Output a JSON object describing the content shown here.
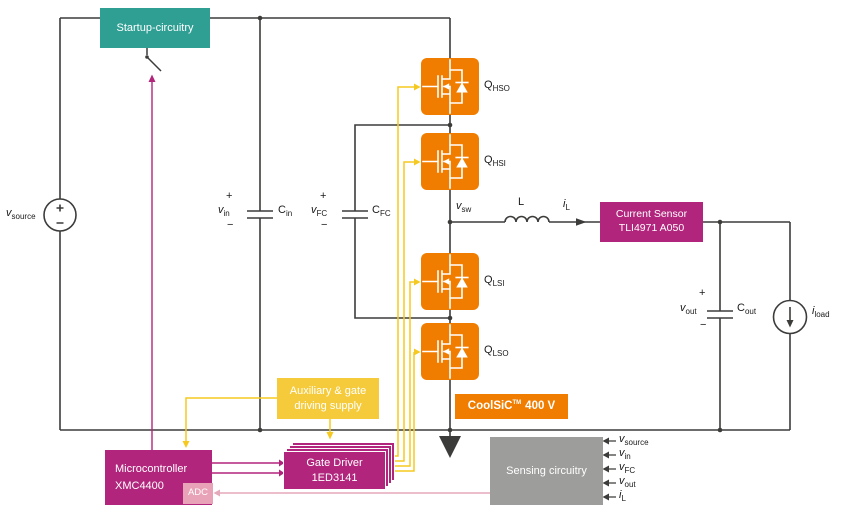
{
  "colors": {
    "teal": "#2F9E93",
    "orange": "#F07D00",
    "magenta": "#B2257C",
    "yellow": "#F5CB3C",
    "gray": "#9D9D9C",
    "pink": "#E8A3B8",
    "wire": "#3C3C3B"
  },
  "blocks": {
    "startup": {
      "label": "Startup-circuitry"
    },
    "current_sensor": {
      "line1": "Current Sensor",
      "line2": "TLI4971 A050"
    },
    "coolsic": {
      "name": "CoolSiC",
      "tm": "TM",
      "voltage": "400 V"
    },
    "aux_supply": {
      "line1": "Auxiliary & gate",
      "line2": "driving supply"
    },
    "gate_driver": {
      "line1": "Gate Driver",
      "line2": "1ED3141"
    },
    "microcontroller": {
      "line1": "Microcontroller",
      "line2": "XMC4400"
    },
    "adc": {
      "label": "ADC"
    },
    "sensing": {
      "label": "Sensing circuitry"
    }
  },
  "labels": {
    "v_source": {
      "base": "v",
      "sub": "source"
    },
    "v_in": {
      "base": "v",
      "sub": "in"
    },
    "c_in": {
      "base": "C",
      "sub": "in"
    },
    "v_fc": {
      "base": "v",
      "sub": "FC"
    },
    "c_fc": {
      "base": "C",
      "sub": "FC"
    },
    "v_sw": {
      "base": "v",
      "sub": "sw"
    },
    "inductor": {
      "base": "L",
      "sub": ""
    },
    "i_l": {
      "base": "i",
      "sub": "L"
    },
    "q_hso": {
      "base": "Q",
      "sub": "HSO"
    },
    "q_hsi": {
      "base": "Q",
      "sub": "HSI"
    },
    "q_lsi": {
      "base": "Q",
      "sub": "LSI"
    },
    "q_lso": {
      "base": "Q",
      "sub": "LSO"
    },
    "v_out": {
      "base": "v",
      "sub": "out"
    },
    "c_out": {
      "base": "C",
      "sub": "out"
    },
    "i_load": {
      "base": "i",
      "sub": "load"
    },
    "plus": "+",
    "minus": "−"
  },
  "sensing_inputs": [
    {
      "base": "v",
      "sub": "source"
    },
    {
      "base": "v",
      "sub": "in"
    },
    {
      "base": "v",
      "sub": "FC"
    },
    {
      "base": "v",
      "sub": "out"
    },
    {
      "base": "i",
      "sub": "L"
    }
  ]
}
